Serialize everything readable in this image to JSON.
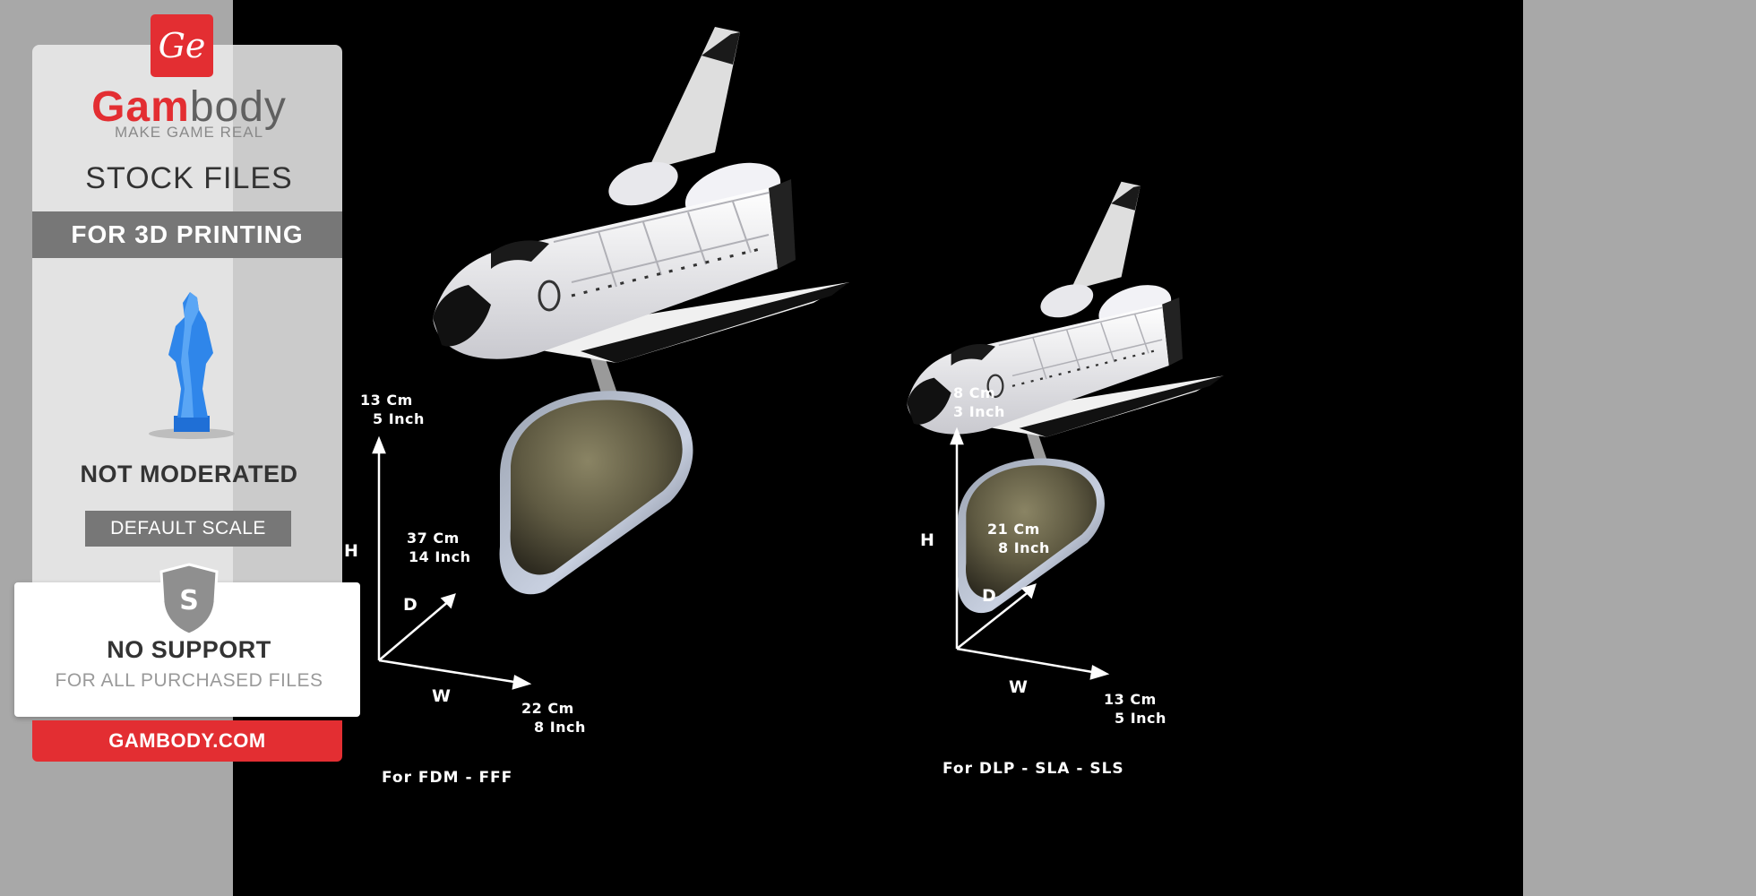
{
  "colors": {
    "brand_red": "#e32e32",
    "backdrop": "#000000",
    "gray_bar": "#777777"
  },
  "badge": {
    "logo_mark": "Ge",
    "brand_first": "Gam",
    "brand_rest": "body",
    "tagline": "MAKE GAME REAL",
    "stock": "STOCK FILES",
    "printing": "FOR 3D PRINTING",
    "figure_icon": "chess-figure-icon",
    "moderated": "NOT MODERATED",
    "scale": "DEFAULT SCALE",
    "shield_letter": "S",
    "shield_icon": "shield-icon",
    "no_support": "NO SUPPORT",
    "purchased": "FOR ALL PURCHASED FILES",
    "site": "GAMBODY.COM"
  },
  "models": {
    "left": {
      "height_cm": "13 Cm",
      "height_in": "5 Inch",
      "depth_cm": "37 Cm",
      "depth_in": "14 Inch",
      "width_cm": "22 Cm",
      "width_in": "8 Inch",
      "axis_h": "H",
      "axis_d": "D",
      "axis_w": "W",
      "caption": "For FDM - FFF"
    },
    "right": {
      "height_cm": "8 Cm",
      "height_in": "3 Inch",
      "depth_cm": "21 Cm",
      "depth_in": "8 Inch",
      "width_cm": "13 Cm",
      "width_in": "5 Inch",
      "axis_h": "H",
      "axis_d": "D",
      "axis_w": "W",
      "caption": "For DLP - SLA - SLS"
    }
  }
}
